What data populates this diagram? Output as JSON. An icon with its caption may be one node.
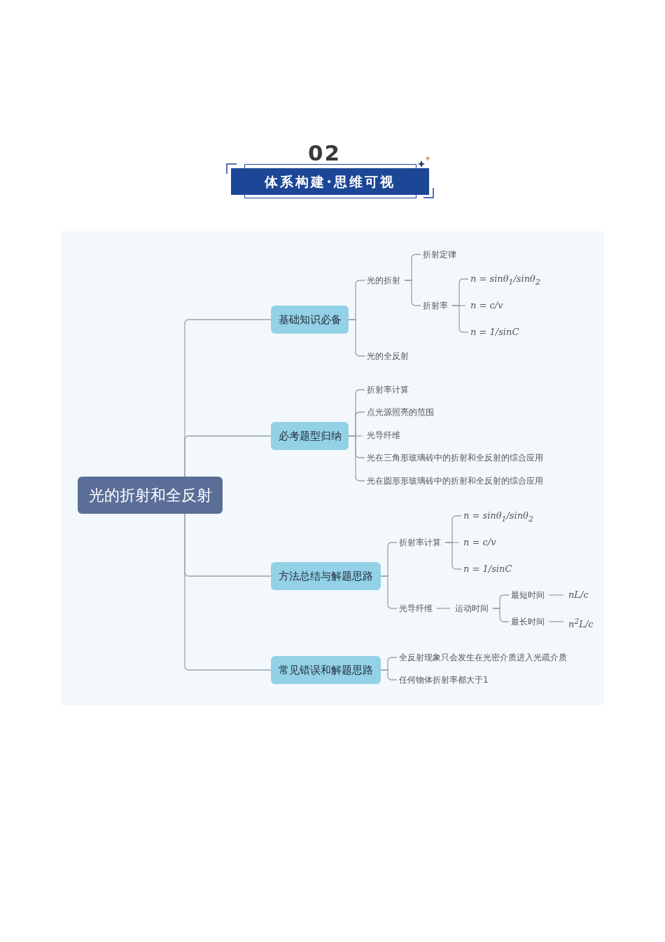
{
  "diagram": {
    "title": "体系构建·思维可视",
    "nodes": [
      {
        "text": [
          "光的折射和全反射"
        ]
      },
      {
        "text": [
          "基础知识必备"
        ]
      },
      {
        "text": [
          "光的折射"
        ]
      },
      {
        "text": [
          "折射定律"
        ]
      },
      {
        "text": [
          "折射率"
        ]
      },
      {
        "text": [
          "n = sinθ$_{1}$/sinθ$_{2}$"
        ]
      },
      {
        "text": [
          "n = c/v"
        ]
      },
      {
        "text": [
          "n = 1/sinC"
        ]
      },
      {
        "text": [
          "光的全反射"
        ]
      },
      {
        "text": [
          "必考题型归纳"
        ]
      },
      {
        "text": [
          "折射率计算"
        ]
      },
      {
        "text": [
          "点光源照亮的范围"
        ]
      },
      {
        "text": [
          "光导纤维"
        ]
      },
      {
        "text": [
          "光在三角形玻璃砖中的折射和全反射的综合应用"
        ]
      },
      {
        "text": [
          "光在圆形形玻璃砖中的折射和全反射的综合应用"
        ]
      },
      {
        "text": [
          "方法总结与解题思路"
        ]
      },
      {
        "text": [
          "折射率计算"
        ]
      },
      {
        "text": [
          "n = sinθ$_{1}$/sinθ$_{2}$"
        ]
      },
      {
        "text": [
          "n = c/v"
        ]
      },
      {
        "text": [
          "n = 1/sinC"
        ]
      },
      {
        "text": [
          "光导纤维"
        ]
      },
      {
        "text": [
          "运动时间"
        ]
      },
      {
        "text": [
          "最短时间"
        ]
      },
      {
        "text": [
          "nL/c"
        ]
      },
      {
        "text": [
          "最长时间"
        ]
      },
      {
        "text": [
          "n$^{2}$L/c"
        ]
      },
      {
        "text": [
          "常见错误和解题思路"
        ]
      },
      {
        "text": [
          "全反射现象只会发生在光密介质进入光疏介质"
        ]
      },
      {
        "text": [
          "任何物体折射率都大于1"
        ]
      }
    ],
    "edges": [
      {
        "from": 0,
        "to": 1,
        "arrow": "none"
      },
      {
        "from": 1,
        "to": 2,
        "arrow": "none"
      },
      {
        "from": 2,
        "to": 3,
        "arrow": "none"
      },
      {
        "from": 2,
        "to": 4,
        "arrow": "none"
      },
      {
        "from": 4,
        "to": 5,
        "arrow": "none"
      },
      {
        "from": 4,
        "to": 6,
        "arrow": "none"
      },
      {
        "from": 4,
        "to": 7,
        "arrow": "none"
      },
      {
        "from": 1,
        "to": 8,
        "arrow": "none"
      },
      {
        "from": 0,
        "to": 9,
        "arrow": "none"
      },
      {
        "from": 9,
        "to": 10,
        "arrow": "none"
      },
      {
        "from": 9,
        "to": 11,
        "arrow": "none"
      },
      {
        "from": 9,
        "to": 12,
        "arrow": "none"
      },
      {
        "from": 9,
        "to": 13,
        "arrow": "none"
      },
      {
        "from": 9,
        "to": 14,
        "arrow": "none"
      },
      {
        "from": 0,
        "to": 15,
        "arrow": "none"
      },
      {
        "from": 15,
        "to": 16,
        "arrow": "none"
      },
      {
        "from": 16,
        "to": 17,
        "arrow": "none"
      },
      {
        "from": 16,
        "to": 18,
        "arrow": "none"
      },
      {
        "from": 16,
        "to": 19,
        "arrow": "none"
      },
      {
        "from": 15,
        "to": 20,
        "arrow": "none"
      },
      {
        "from": 20,
        "to": 21,
        "arrow": "none"
      },
      {
        "from": 21,
        "to": 22,
        "arrow": "none"
      },
      {
        "from": 22,
        "to": 23,
        "arrow": "none"
      },
      {
        "from": 21,
        "to": 24,
        "arrow": "none"
      },
      {
        "from": 24,
        "to": 25,
        "arrow": "none"
      },
      {
        "from": 0,
        "to": 26,
        "arrow": "none"
      },
      {
        "from": 26,
        "to": 27,
        "arrow": "none"
      },
      {
        "from": 26,
        "to": 28,
        "arrow": "none"
      }
    ],
    "labels": [
      "02"
    ]
  }
}
